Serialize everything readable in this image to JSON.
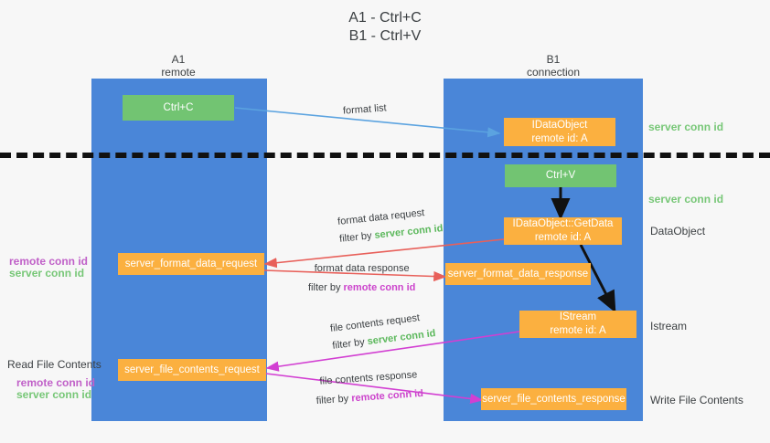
{
  "diagram": {
    "title_line1": "A1 - Ctrl+C",
    "title_line2": "B1 - Ctrl+V",
    "columns": [
      {
        "name": "A1",
        "sub": "remote"
      },
      {
        "name": "B1",
        "sub": "connection"
      }
    ],
    "colors": {
      "lane": "#4a86d8",
      "orange_box": "#fbb040",
      "green_box": "#72c472",
      "server_conn_id": "#5cb85c",
      "remote_conn_id": "#cc44cc",
      "arrow_blue": "#5ba3e0",
      "arrow_red": "#e8605a",
      "arrow_magenta": "#d23fd2",
      "arrow_black": "#111111",
      "background": "#f7f7f7"
    },
    "boxes": [
      {
        "id": "ctrl-c",
        "label": "Ctrl+C",
        "sub": "",
        "style": "green"
      },
      {
        "id": "idataobject",
        "label": "IDataObject",
        "sub": "remote id: A",
        "style": "orange"
      },
      {
        "id": "ctrl-v",
        "label": "Ctrl+V",
        "sub": "",
        "style": "green"
      },
      {
        "id": "getdata",
        "label": "IDataObject::GetData",
        "sub": "remote id: A",
        "style": "orange"
      },
      {
        "id": "fmt-req",
        "label": "server_format_data_request",
        "sub": "",
        "style": "orange"
      },
      {
        "id": "fmt-res",
        "label": "server_format_data_response",
        "sub": "",
        "style": "orange"
      },
      {
        "id": "istream",
        "label": "IStream",
        "sub": "remote id: A",
        "style": "orange"
      },
      {
        "id": "file-req",
        "label": "server_file_contents_request",
        "sub": "",
        "style": "orange"
      },
      {
        "id": "file-res",
        "label": "server_file_contents_response",
        "sub": "",
        "style": "orange"
      }
    ],
    "arrow_labels": [
      {
        "id": "format-list",
        "text": "format list",
        "filter_prefix": "",
        "filter_token": ""
      },
      {
        "id": "format-data-request",
        "text": "format data request",
        "filter_prefix": "filter by ",
        "filter_token": "server conn id"
      },
      {
        "id": "format-data-response",
        "text": "format data response",
        "filter_prefix": "filter by ",
        "filter_token": "remote conn id"
      },
      {
        "id": "file-contents-request",
        "text": "file contents request",
        "filter_prefix": "filter by ",
        "filter_token": "server conn id"
      },
      {
        "id": "file-contents-response",
        "text": "file contents response",
        "filter_prefix": "filter by ",
        "filter_token": "remote conn id"
      }
    ],
    "right_labels": [
      {
        "id": "right-server-conn-1",
        "text": "server conn id",
        "kind": "green"
      },
      {
        "id": "right-server-conn-2",
        "text": "server conn id",
        "kind": "green"
      },
      {
        "id": "right-dataobject",
        "text": "DataObject",
        "kind": "plain"
      },
      {
        "id": "right-istream",
        "text": "Istream",
        "kind": "plain"
      },
      {
        "id": "right-write-file",
        "text": "Write File Contents",
        "kind": "plain"
      }
    ],
    "left_labels": [
      {
        "id": "left-remote-conn-1",
        "text": "remote conn id",
        "kind": "magenta"
      },
      {
        "id": "left-server-conn-1",
        "text": "server conn id",
        "kind": "green"
      },
      {
        "id": "left-read-file",
        "text": "Read File Contents",
        "kind": "plain"
      },
      {
        "id": "left-remote-conn-2",
        "text": "remote conn id",
        "kind": "magenta"
      },
      {
        "id": "left-server-conn-2",
        "text": "server conn id",
        "kind": "green"
      }
    ]
  }
}
